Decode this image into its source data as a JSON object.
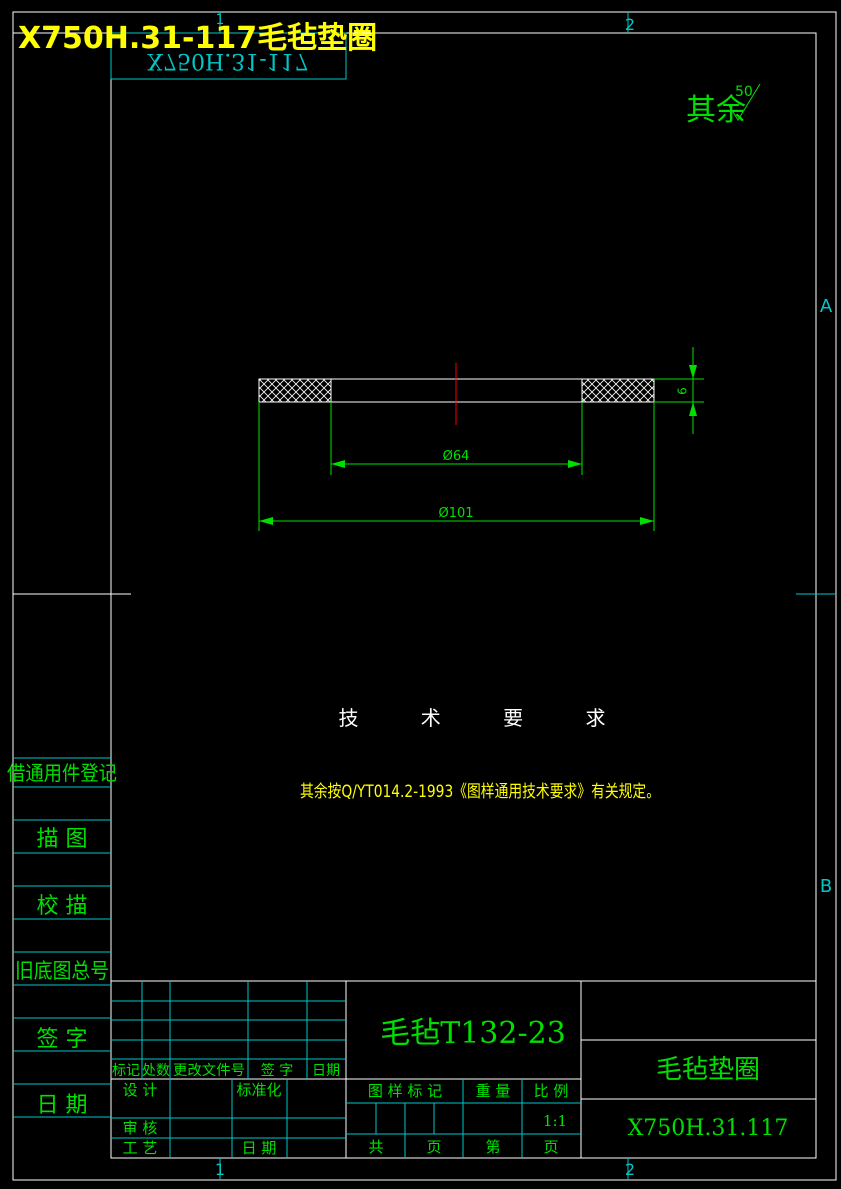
{
  "header": {
    "title_overlay": "X750H.31-117毛毡垫圈",
    "mirrored_code": "X750H.31-117"
  },
  "zones": {
    "top_left": "1",
    "top_right": "2",
    "bottom_left": "1",
    "bottom_right": "2",
    "right_upper": "A",
    "right_lower": "B"
  },
  "roughness": {
    "label": "其余",
    "value": "50"
  },
  "drawing": {
    "dim_inner": "Ø64",
    "dim_outer": "Ø101",
    "dim_thickness": "6"
  },
  "tech_req": {
    "heading": "技 术 要 求",
    "text": "其余按Q/YT014.2-1993《图样通用技术要求》有关规定。"
  },
  "left_column": [
    "借通用件登记",
    "描 图",
    "校 描",
    "旧底图总号",
    "签 字",
    "日 期"
  ],
  "title_block": {
    "material": "毛毡T132-23",
    "part_name": "毛毡垫圈",
    "drawing_no": "X750H.31.117",
    "rev_headers": [
      "标记",
      "处数",
      "更改文件号",
      "签 字",
      "日期"
    ],
    "design": "设 计",
    "standardize": "标准化",
    "review": "审 核",
    "process": "工 艺",
    "date": "日 期",
    "pattern_mark": "图 样 标 记",
    "weight": "重 量",
    "scale_label": "比 例",
    "scale_value": "1:1",
    "total": "共",
    "page": "页",
    "sheet": "第",
    "page2": "页"
  },
  "colors": {
    "frame": "#00c8c8",
    "text_green": "#00e000",
    "title_yellow": "#ffff00",
    "center_red": "#ff0000"
  }
}
